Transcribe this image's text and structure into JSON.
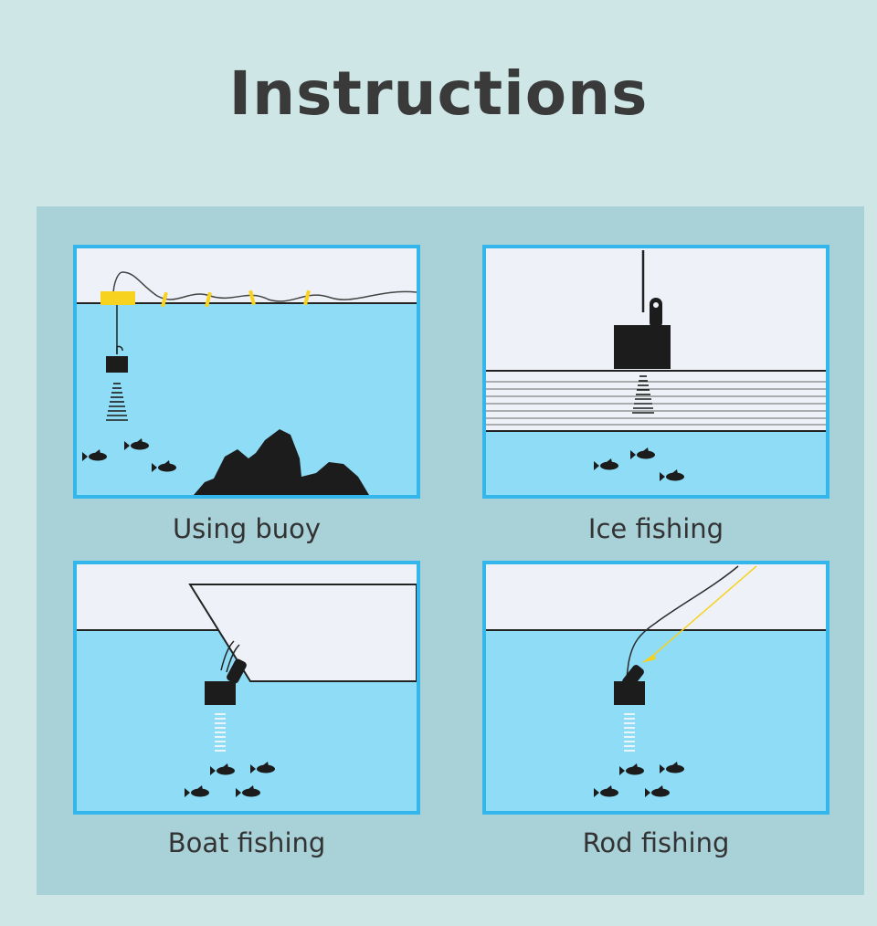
{
  "page": {
    "title": "Instructions"
  },
  "colors": {
    "background": "#cfe6e7",
    "board": "#a9d1d8",
    "panel_border": "#33b6ec",
    "water": "#8fdcf6",
    "sky": "#eef1f8",
    "device": "#1c1c1c",
    "buoy": "#f7d21e",
    "text": "#333333"
  },
  "scenes": [
    {
      "caption": "Using buoy",
      "icons": [
        "buoy-icon",
        "sonar-transducer-icon",
        "sonar-wave-icon",
        "fish-icon",
        "rock-icon"
      ]
    },
    {
      "caption": "Ice fishing",
      "icons": [
        "sonar-transducer-icon",
        "ice-layer-icon",
        "sonar-wave-icon",
        "fish-icon"
      ]
    },
    {
      "caption": "Boat fishing",
      "icons": [
        "boat-hull-icon",
        "sonar-transducer-icon",
        "sonar-wave-icon",
        "fish-icon"
      ]
    },
    {
      "caption": "Rod fishing",
      "icons": [
        "fishing-line-icon",
        "sonar-transducer-icon",
        "sonar-wave-icon",
        "fish-icon"
      ]
    }
  ]
}
